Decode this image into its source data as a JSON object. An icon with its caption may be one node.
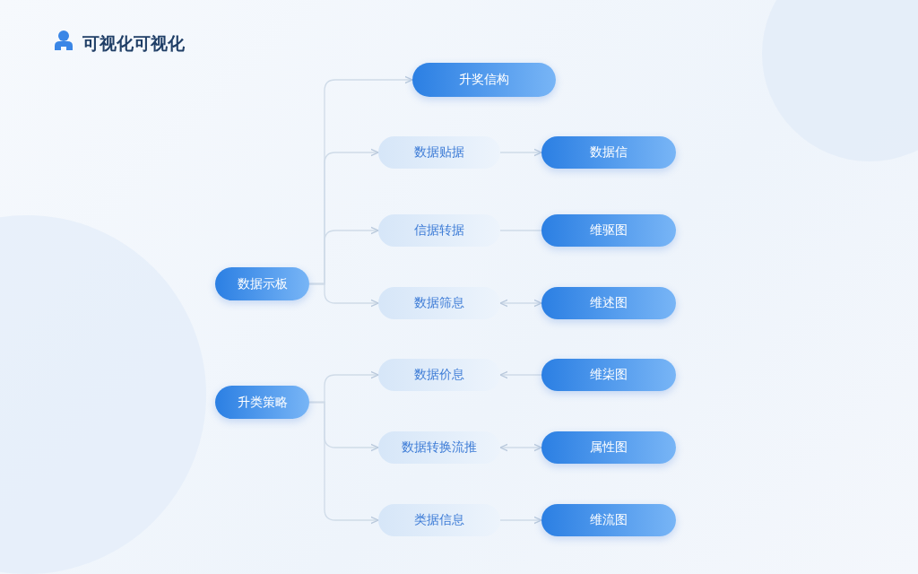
{
  "diagram": {
    "title": "可视化可视化",
    "nodes": [
      {
        "text": [
          "升奖信构"
        ]
      },
      {
        "text": [
          "数据贴据"
        ]
      },
      {
        "text": [
          "数据信"
        ]
      },
      {
        "text": [
          "信据转据"
        ]
      },
      {
        "text": [
          "维驱图"
        ]
      },
      {
        "text": [
          "数据筛息"
        ]
      },
      {
        "text": [
          "维述图"
        ]
      },
      {
        "text": [
          "数据价息"
        ]
      },
      {
        "text": [
          "维柒图"
        ]
      },
      {
        "text": [
          "数据转换流推"
        ]
      },
      {
        "text": [
          "属性图"
        ]
      },
      {
        "text": [
          "类据信息"
        ]
      },
      {
        "text": [
          "维流图"
        ]
      },
      {
        "text": [
          "数据示板"
        ]
      },
      {
        "text": [
          "升类策略"
        ]
      }
    ],
    "edges": [
      {
        "from": 13,
        "to": 0,
        "arrow": "to"
      },
      {
        "from": 13,
        "to": 1,
        "arrow": "to"
      },
      {
        "from": 13,
        "to": 3,
        "arrow": "to"
      },
      {
        "from": 13,
        "to": 5,
        "arrow": "to"
      },
      {
        "from": 14,
        "to": 7,
        "arrow": "to"
      },
      {
        "from": 14,
        "to": 9,
        "arrow": "to"
      },
      {
        "from": 14,
        "to": 11,
        "arrow": "to"
      },
      {
        "from": 1,
        "to": 2,
        "arrow": "to"
      },
      {
        "from": 3,
        "to": 4,
        "arrow": "none"
      },
      {
        "from": 5,
        "to": 6,
        "arrow": "both"
      },
      {
        "from": 8,
        "to": 7,
        "arrow": "to"
      },
      {
        "from": 9,
        "to": 10,
        "arrow": "both"
      },
      {
        "from": 11,
        "to": 12,
        "arrow": "to"
      }
    ]
  }
}
